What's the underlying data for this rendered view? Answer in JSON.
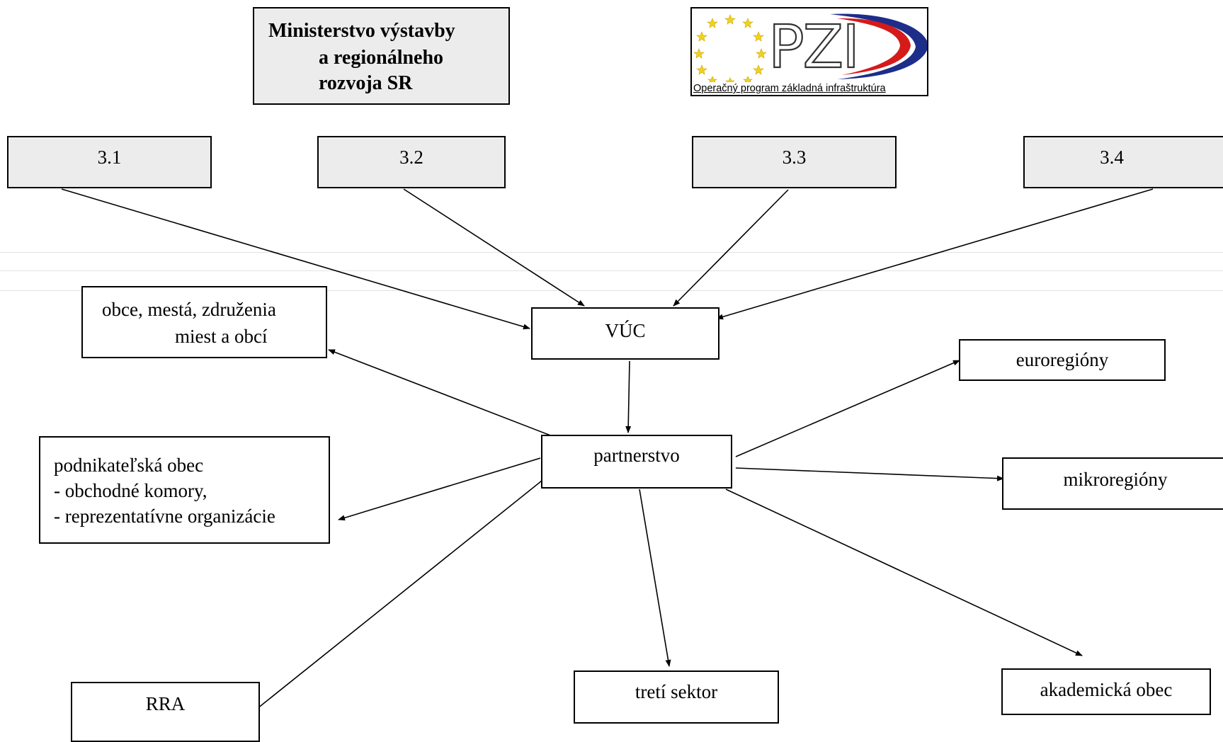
{
  "ministry": {
    "line1": "Ministerstvo výstavby",
    "line2": "a regionálneho",
    "line3": "rozvoja SR"
  },
  "logo": {
    "text": "PZI",
    "caption": "Operačný program základná infraštruktúra"
  },
  "measures": [
    "3.1",
    "3.2",
    "3.3",
    "3.4"
  ],
  "nodes": {
    "vuc": "VÚC",
    "partnerstvo": "partnerstvo",
    "obce_line1": "obce, mestá, združenia",
    "obce_line2": "miest a obcí",
    "podnikatel_line1": "podnikateľská obec",
    "podnikatel_line2": "- obchodné komory,",
    "podnikatel_line3": "- reprezentatívne organizácie",
    "rra": "RRA",
    "treti_sektor": "tretí sektor",
    "euroregiony": "euroregióny",
    "mikroregiony": "mikroregióny",
    "akademicka_obec": "akademická obec"
  }
}
